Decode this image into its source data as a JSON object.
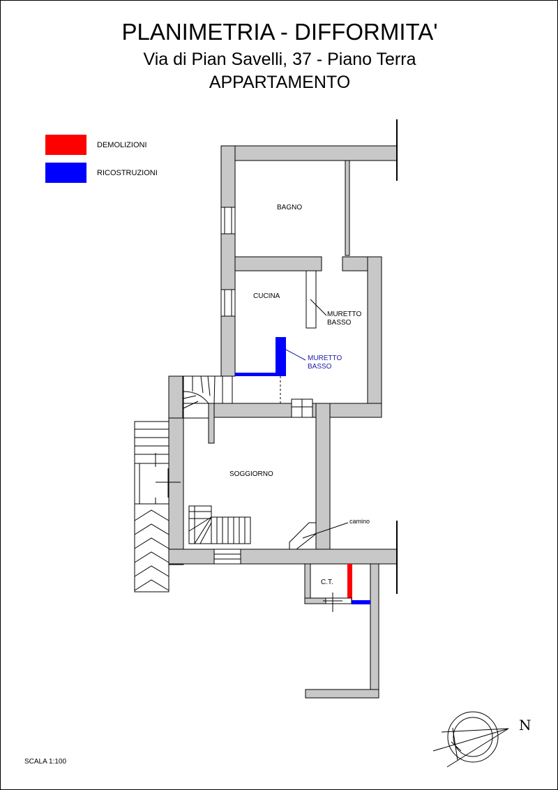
{
  "header": {
    "title": "PLANIMETRIA - DIFFORMITA'",
    "address": "Via di Pian Savelli, 37 - Piano Terra",
    "unit": "APPARTAMENTO"
  },
  "legend": [
    {
      "label": "DEMOLIZIONI",
      "color": "#ff0000"
    },
    {
      "label": "RICOSTRUZIONI",
      "color": "#0000ff"
    }
  ],
  "rooms": {
    "bagno": "BAGNO",
    "cucina": "CUCINA",
    "soggiorno": "SOGGIORNO",
    "ct": "C.T."
  },
  "annotations": {
    "muretto_existing": [
      "MURETTO",
      "BASSO"
    ],
    "muretto_new": [
      "MURETTO",
      "BASSO"
    ],
    "camino": "camino"
  },
  "compass": {
    "north_label": "N"
  },
  "scale": "SCALA 1:100",
  "colors": {
    "wall_fill": "#c8c8c8",
    "demolition": "#ff0000",
    "reconstruction": "#0000ff",
    "reconstruction_text": "#1a1aa8"
  }
}
